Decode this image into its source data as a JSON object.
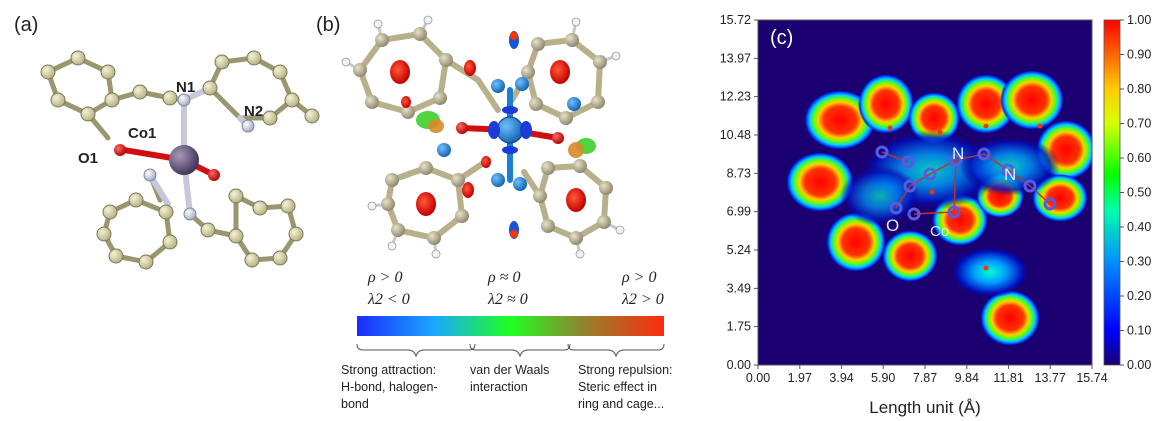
{
  "panel_a": {
    "label": "(a)",
    "atoms": {
      "n1": "N1",
      "n2": "N2",
      "co1": "Co1",
      "o1": "O1"
    }
  },
  "panel_b": {
    "label": "(b)",
    "legend": [
      {
        "rho": "ρ > 0",
        "lambda": "λ2 < 0",
        "desc": [
          "Strong attraction:",
          "H-bond, halogen-",
          "bond"
        ]
      },
      {
        "rho": "ρ ≈ 0",
        "lambda": "λ2 ≈ 0",
        "desc": [
          "van der Waals",
          "interaction"
        ]
      },
      {
        "rho": "ρ > 0",
        "lambda": "λ2 > 0",
        "desc": [
          "Strong repulsion:",
          "Steric effect in",
          "ring and cage..."
        ]
      }
    ]
  },
  "panel_c": {
    "label": "(c)",
    "atom_labels": {
      "n": "N",
      "o": "O",
      "co": "Co"
    },
    "xlabel": "Length unit (Å)"
  },
  "chart_data": {
    "type": "heatmap",
    "title": "",
    "xlabel": "Length unit (Å)",
    "ylabel": "",
    "x_ticks": [
      "0.00",
      "1.97",
      "3.94",
      "5.90",
      "7.87",
      "9.84",
      "11.81",
      "13.77",
      "15.74"
    ],
    "y_ticks": [
      "0.00",
      "1.75",
      "3.49",
      "5.24",
      "6.99",
      "8.73",
      "10.48",
      "12.23",
      "13.97",
      "15.72"
    ],
    "xlim": [
      0,
      15.74
    ],
    "ylim": [
      0,
      15.72
    ],
    "colorbar_ticks": [
      "0.00",
      "0.10",
      "0.20",
      "0.30",
      "0.40",
      "0.50",
      "0.60",
      "0.70",
      "0.80",
      "0.90",
      "1.00"
    ],
    "colorbar_range": [
      0,
      1
    ],
    "colormap": [
      "#1a0070",
      "#0000ff",
      "#00aaff",
      "#00ff66",
      "#ffff00",
      "#ff8800",
      "#ff0000"
    ]
  }
}
